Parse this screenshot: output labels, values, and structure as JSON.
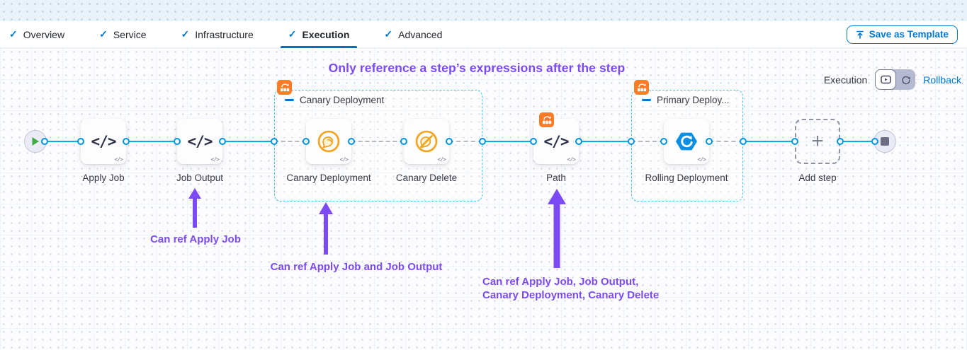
{
  "tabs": {
    "check_glyph": "✓",
    "items": [
      {
        "label": "Overview"
      },
      {
        "label": "Service"
      },
      {
        "label": "Infrastructure"
      },
      {
        "label": "Execution"
      },
      {
        "label": "Advanced"
      }
    ],
    "active": "Execution"
  },
  "header": {
    "save_as_template_label": "Save as Template"
  },
  "toolbar": {
    "execution_label": "Execution",
    "rollback_label": "Rollback"
  },
  "annotations": {
    "title": "Only reference a step’s expressions after the step",
    "notes": [
      {
        "text": "Can ref Apply Job"
      },
      {
        "text": "Can ref Apply Job and Job Output"
      },
      {
        "line1": "Can ref Apply Job, Job Output,",
        "line2": "Canary Deployment, Canary Delete"
      }
    ]
  },
  "pipeline": {
    "code_glyph": "</>",
    "plus_glyph": "+",
    "nodes": [
      {
        "id": "start",
        "icon": "play-icon"
      },
      {
        "id": "apply-job",
        "label": "Apply Job",
        "icon": "code-icon"
      },
      {
        "id": "job-output",
        "label": "Job Output",
        "icon": "code-icon"
      },
      {
        "id": "canary-deployment",
        "label": "Canary Deployment",
        "icon": "canary-icon"
      },
      {
        "id": "canary-delete",
        "label": "Canary Delete",
        "icon": "canary-delete-icon"
      },
      {
        "id": "path",
        "label": "Path",
        "icon": "code-icon",
        "badge": "rolling-badge"
      },
      {
        "id": "rolling-deployment",
        "label": "Rolling Deployment",
        "icon": "rolling-icon"
      },
      {
        "id": "add-step",
        "label": "Add step",
        "icon": "plus-icon"
      },
      {
        "id": "end",
        "icon": "stop-icon"
      }
    ],
    "groups": [
      {
        "label": "Canary Deployment"
      },
      {
        "label": "Primary Deploy..."
      }
    ]
  },
  "colors": {
    "accent_blue": "#0278d5",
    "line_blue": "#00ade4",
    "port_blue": "#0092e4",
    "group_dash_blue": "#41c6f3",
    "purple": "#7c4af2",
    "badge_orange": "#ff7b26",
    "canary_orange": "#f2a41f",
    "label_dark": "#383946"
  }
}
